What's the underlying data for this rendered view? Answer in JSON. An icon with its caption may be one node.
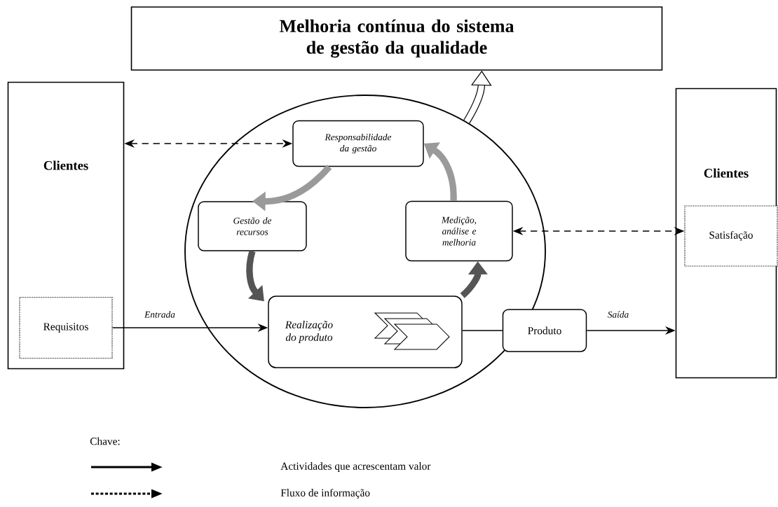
{
  "diagram": {
    "nodes": [
      {
        "text": [
          "Melhoria contínua do sistema de gestão da qualidade"
        ]
      },
      {
        "text": [
          "Clientes"
        ]
      },
      {
        "text": [
          "Requisitos"
        ],
        "in": 1
      },
      {
        "text": [],
        "shape": "circle"
      },
      {
        "text": [
          "Responsabilidade da gestão"
        ],
        "in": 3
      },
      {
        "text": [
          "Gestão de recursos"
        ],
        "in": 3
      },
      {
        "text": [
          "Medição, análise e melhoria"
        ],
        "in": 3
      },
      {
        "text": [
          "Realização do produto"
        ],
        "in": 3
      },
      {
        "text": [
          "Produto"
        ]
      },
      {
        "text": [
          "Clientes"
        ]
      },
      {
        "text": [
          "Satisfação"
        ],
        "in": 9
      }
    ],
    "edges": [
      {
        "from": 1,
        "to": 4,
        "arrow": "both",
        "style": "dashed"
      },
      {
        "from": 4,
        "to": 5,
        "arrow": "to",
        "style": "thick",
        "color": "#9a9a9a"
      },
      {
        "from": 5,
        "to": 7,
        "arrow": "to",
        "style": "thick",
        "color": "#555555"
      },
      {
        "from": 7,
        "to": 6,
        "arrow": "to",
        "style": "thick",
        "color": "#555555"
      },
      {
        "from": 6,
        "to": 4,
        "arrow": "to",
        "style": "thick",
        "color": "#9a9a9a"
      },
      {
        "from": 6,
        "to": 10,
        "arrow": "both",
        "style": "dashed"
      },
      {
        "from": 2,
        "to": 7,
        "arrow": "to",
        "label": "Entrada"
      },
      {
        "from": 7,
        "to": 8,
        "arrow": "none"
      },
      {
        "from": 8,
        "to": 9,
        "arrow": "to",
        "label": "Saída"
      },
      {
        "from": 3,
        "to": 0,
        "arrow": "to",
        "style": "thick"
      }
    ],
    "labels": [
      "Chave:"
    ],
    "legend": [
      {
        "text": "Actividades que acrescentam valor"
      },
      {
        "text": "Fluxo de informação"
      }
    ]
  }
}
